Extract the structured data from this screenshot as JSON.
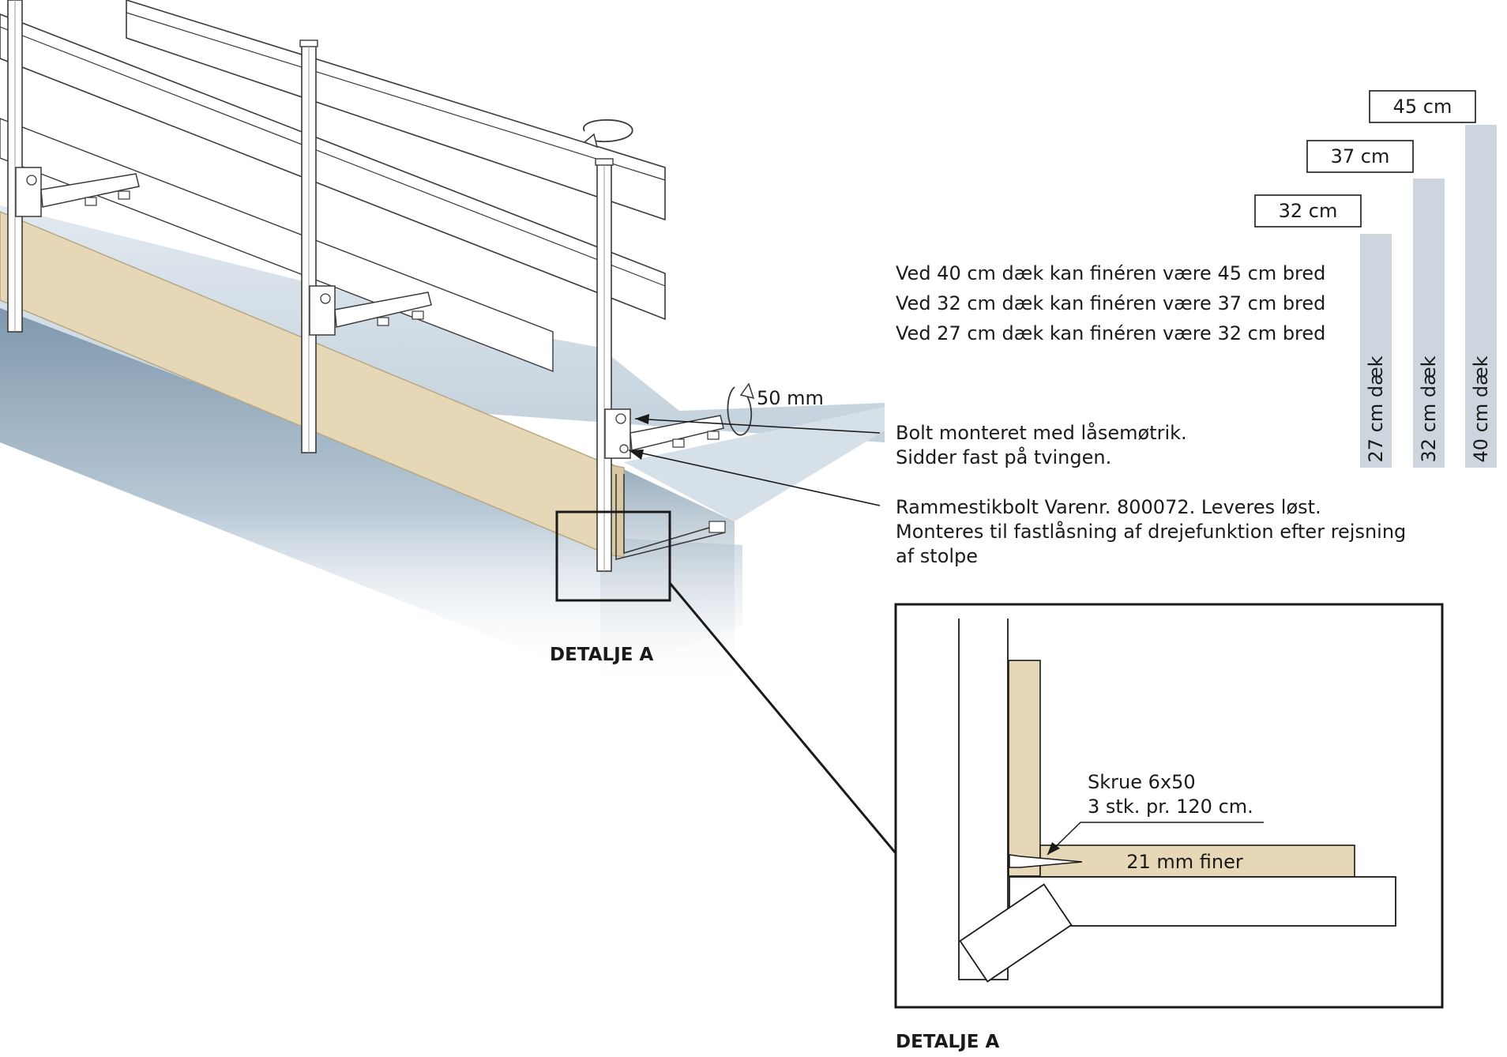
{
  "dimensions": {
    "box_labels": [
      "45 cm",
      "37 cm",
      "32 cm"
    ],
    "bar_labels": [
      "27 cm dæk",
      "32 cm dæk",
      "40 cm dæk"
    ]
  },
  "notes": {
    "lines": [
      "Ved 40 cm dæk kan finéren være 45 cm bred",
      "Ved 32 cm dæk kan finéren være 37 cm bred",
      "Ved 27 cm dæk kan finéren være 32 cm bred"
    ]
  },
  "callouts": {
    "offset": "50 mm",
    "bolt": [
      "Bolt monteret med låsemøtrik.",
      "Sidder fast på tvingen."
    ],
    "frame_bolt": [
      "Rammestikbolt Varenr. 800072. Leveres løst.",
      "Monteres til fastlåsning af drejefunktion efter rejsning",
      "af stolpe"
    ]
  },
  "detail": {
    "marker_label": "DETALJE A",
    "screw": [
      "Skrue 6x50",
      "3 stk. pr. 120 cm."
    ],
    "plywood": "21 mm finer",
    "caption": "DETALJE A"
  },
  "colors": {
    "wood": "#e6d7b6",
    "dimension_bar": "#cdd6de",
    "slab_shadow": "#8fa6b8",
    "outline": "#1a1a1a"
  }
}
